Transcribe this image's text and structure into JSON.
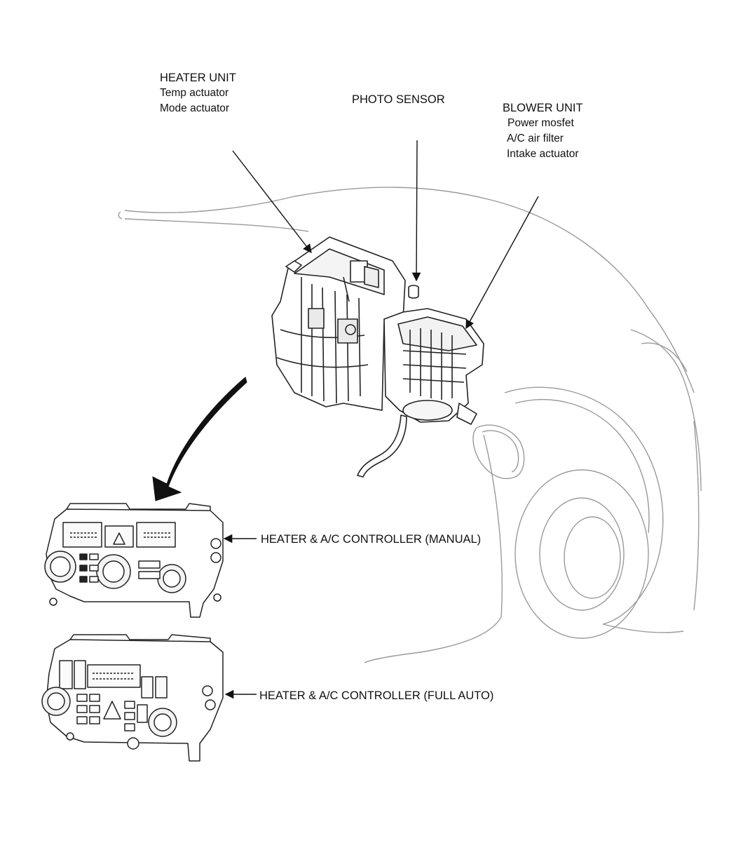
{
  "labels": {
    "heater_unit": {
      "title": "HEATER UNIT",
      "items": [
        "Temp actuator",
        "Mode actuator"
      ]
    },
    "photo_sensor": {
      "title": "PHOTO SENSOR"
    },
    "blower_unit": {
      "title": "BLOWER UNIT",
      "items": [
        "Power mosfet",
        "A/C air filter",
        "Intake actuator"
      ]
    },
    "controller_manual": "HEATER & A/C CONTROLLER (MANUAL)",
    "controller_full_auto": "HEATER & A/C CONTROLLER (FULL AUTO)"
  },
  "colors": {
    "ink": "#111111",
    "outline": "#222222",
    "body_line": "#9a9a9a"
  }
}
